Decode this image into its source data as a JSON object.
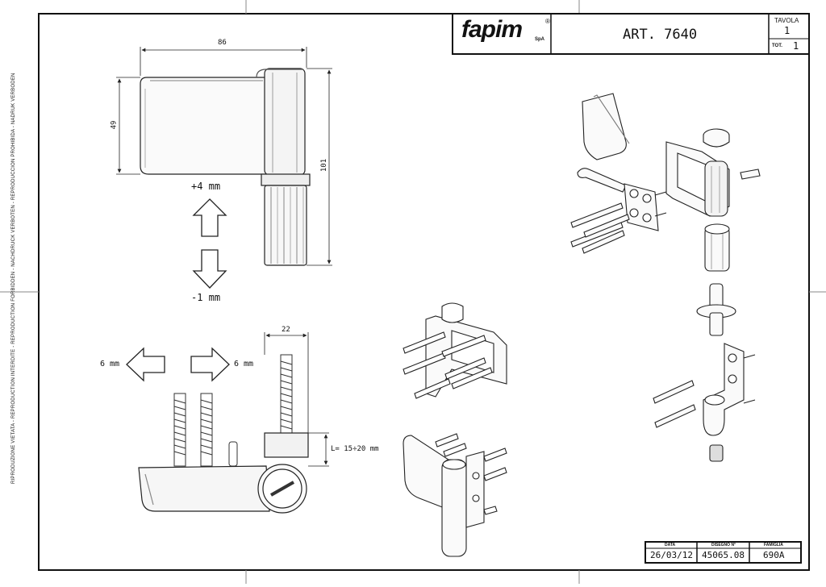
{
  "title_block": {
    "brand": "fapim",
    "brand_suffix": "SpA",
    "article": "ART. 7640",
    "tavola_label": "TAVOLA",
    "tavola_value": "1",
    "tot_label": "TOT.",
    "tot_value": "1"
  },
  "dimensions": {
    "width_top": "86",
    "height_left": "49",
    "height_right": "101",
    "width_bottom": "22",
    "screw_length": "L= 15÷20 mm"
  },
  "adjustments": {
    "vertical_up": "+4 mm",
    "vertical_down": "-1 mm",
    "lateral_left": "6 mm",
    "lateral_right": "6 mm"
  },
  "side_notice": "RIPRODUZIONE VIETATA - REPRODUCTION INTERDITE - REPRODUCTION FORBIDDEN - NACHDRUCK VERBOTEN - REPRODUCCION PROHIBIDA - NADRUK VERBODEN",
  "footer_block": {
    "headers": [
      "DATA",
      "DISEGNO N°",
      "FAMIGLIA"
    ],
    "values": [
      "26/03/12",
      "45065.08",
      "690A"
    ]
  }
}
